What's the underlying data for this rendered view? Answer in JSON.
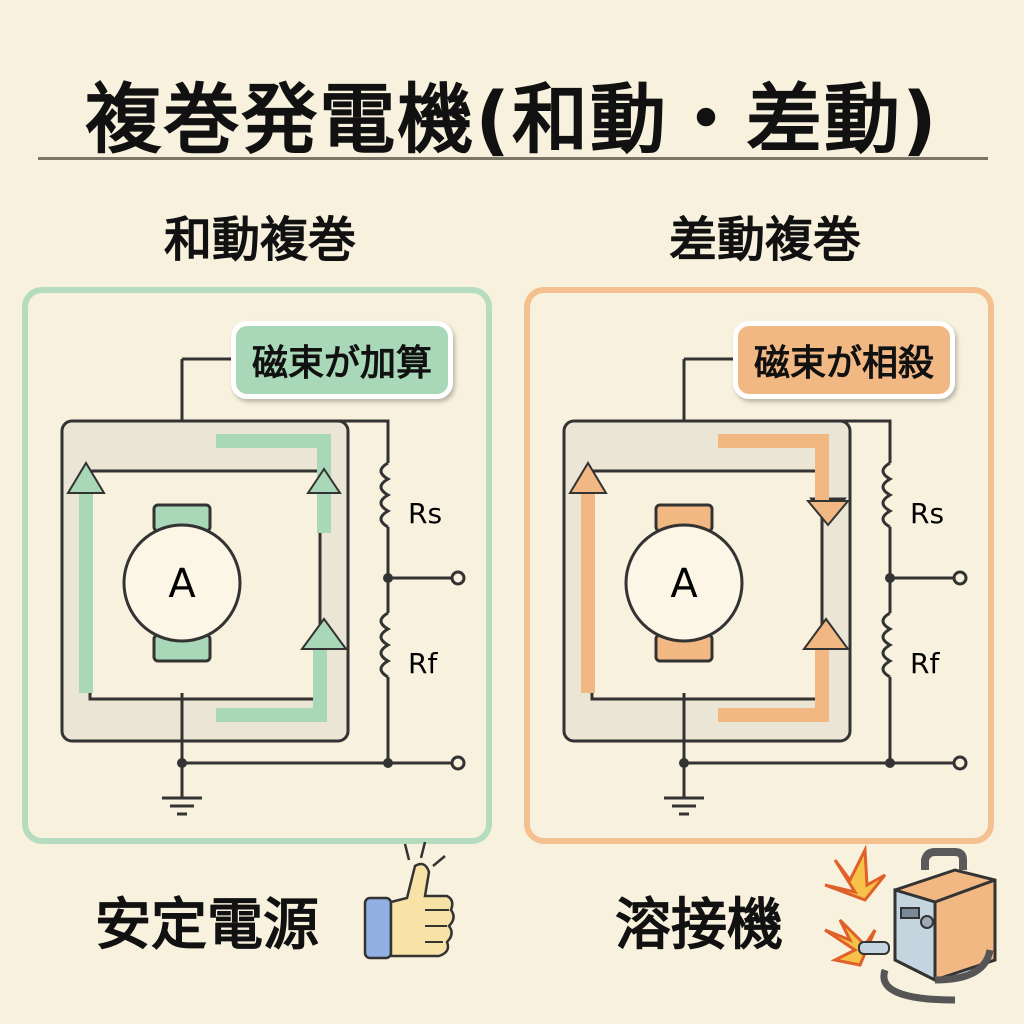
{
  "title": "複巻発電機(和動・差動)",
  "panels": [
    {
      "heading": "和動複巻",
      "badge": "磁束が加算",
      "accent": "#a8d8b8",
      "border": "#b6dcc0",
      "armature_label": "A",
      "series_label": "Rs",
      "shunt_label": "Rf",
      "upper_right_arrow": "up",
      "application": "安定電源",
      "application_icon": "thumbs-up-icon"
    },
    {
      "heading": "差動複巻",
      "badge": "磁束が相殺",
      "accent": "#f2b884",
      "border": "#f4c08f",
      "armature_label": "A",
      "series_label": "Rs",
      "shunt_label": "Rf",
      "upper_right_arrow": "down",
      "application": "溶接機",
      "application_icon": "welding-machine-icon"
    }
  ]
}
